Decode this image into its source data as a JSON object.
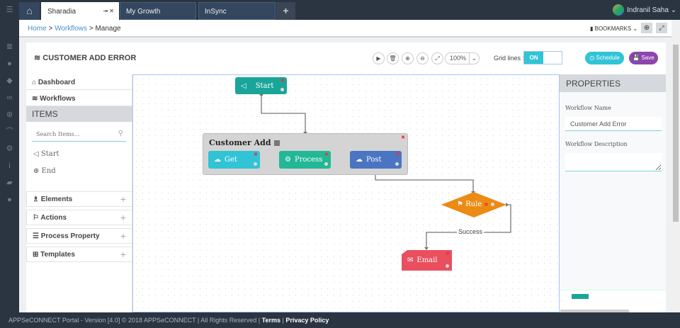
{
  "colors": {
    "rail": "#2b3542",
    "teal": "#1aa59a",
    "cyan": "#30c4d6",
    "green": "#22b895",
    "blue": "#4a75c2",
    "orange": "#ec8b14",
    "red": "#e94f5e",
    "purple": "#8e44ad"
  },
  "tabs": [
    {
      "label": "Sharadia",
      "active": true
    },
    {
      "label": "My Growth"
    },
    {
      "label": "InSync"
    }
  ],
  "user": {
    "name": "Indranil Saha"
  },
  "breadcrumb": {
    "home": "Home",
    "workflows": "Workflows",
    "current": "Manage",
    "sep": ">"
  },
  "bookmarks": "BOOKMARKS",
  "title": "CUSTOMER ADD ERROR",
  "toolbar": {
    "zoom": "100%",
    "grid_label": "Grid lines :",
    "grid_on": "ON",
    "schedule": "Schedule",
    "save": "Save"
  },
  "left": {
    "dashboard": "Dashboard",
    "workflows": "Workflows",
    "items_header": "ITEMS",
    "search_placeholder": "Search Items...",
    "items": [
      "Start",
      "End"
    ],
    "sections": [
      "Elements",
      "Actions",
      "Process Property",
      "Templates"
    ]
  },
  "canvas": {
    "start": "Start",
    "group": "Customer Add",
    "get": "Get",
    "process": "Process",
    "post": "Post",
    "rule": "Rule",
    "success": "Success",
    "email": "Email"
  },
  "properties": {
    "header": "PROPERTIES",
    "name_label": "Workflow Name",
    "name_value": "Customer Add Error",
    "desc_label": "Workflow Description",
    "desc_value": ""
  },
  "footer": {
    "text": "APPSeCONNECT Portal - Version [4.0] © 2018 APPSeCONNECT | All Rights Reserved |",
    "terms": "Terms",
    "privacy": "Privacy Policy"
  }
}
